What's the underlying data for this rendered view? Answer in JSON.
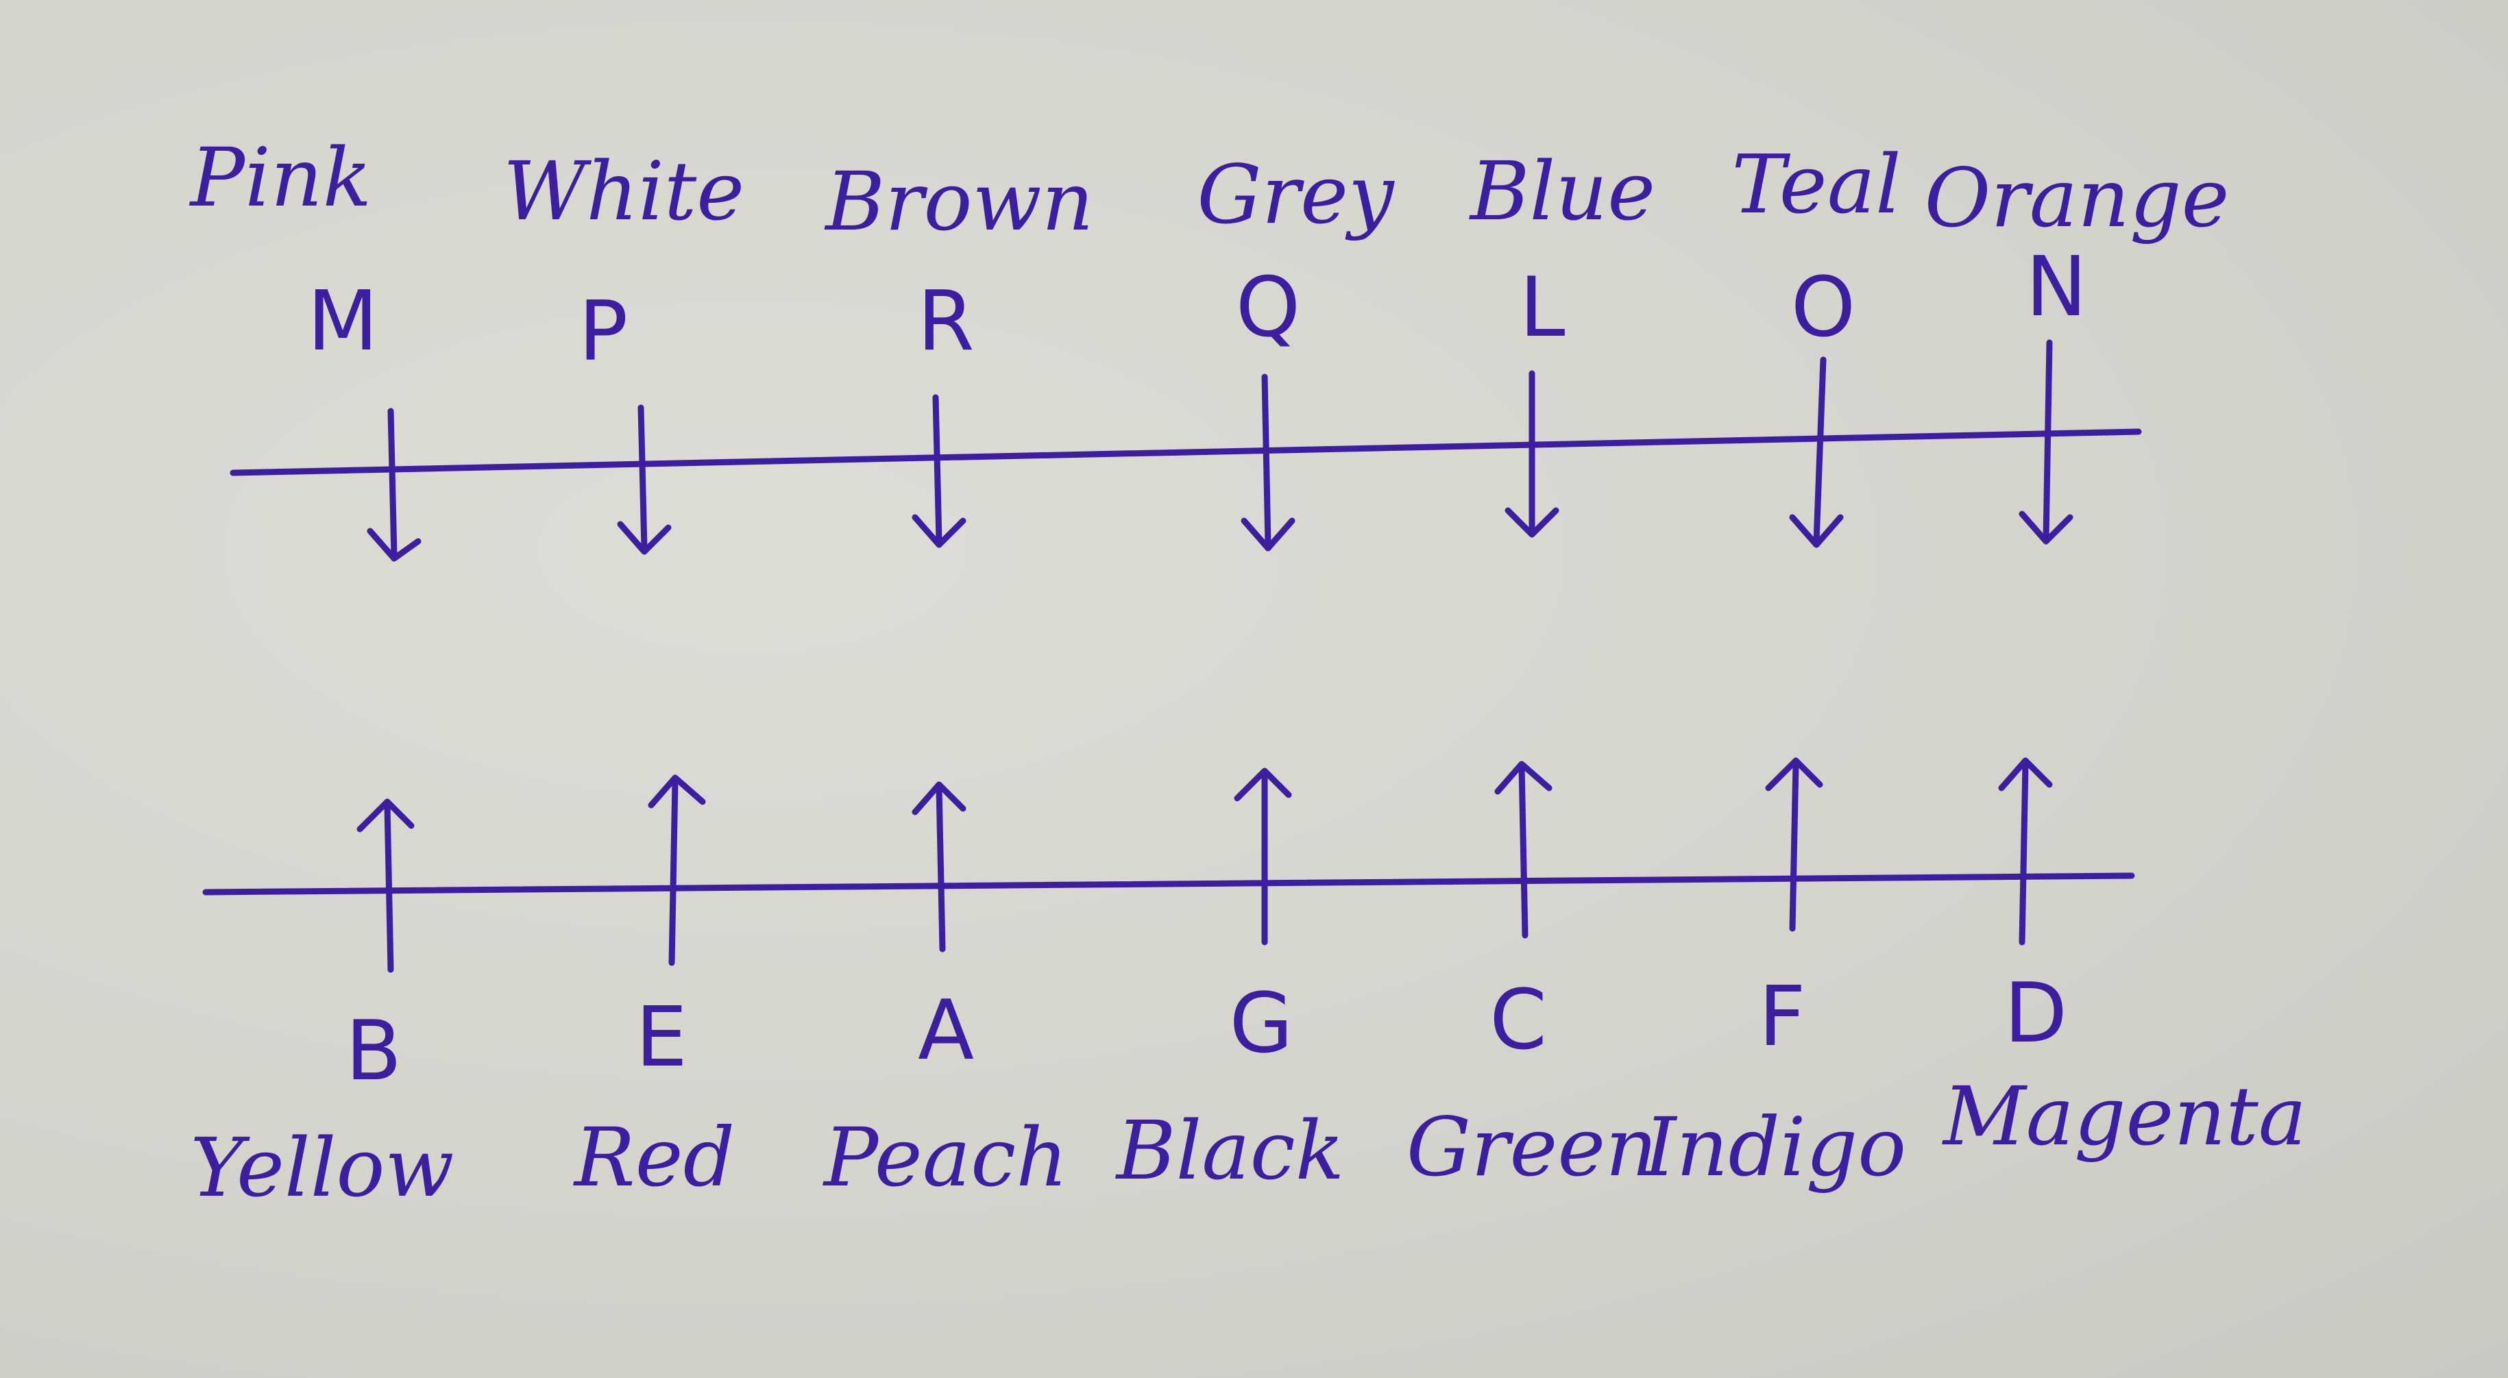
{
  "ink_color": "#3b1fa0",
  "paper_color": "#d8d7d0",
  "top_row": [
    {
      "word": "Pink",
      "letter": "M"
    },
    {
      "word": "White",
      "letter": "P"
    },
    {
      "word": "Brown",
      "letter": "R"
    },
    {
      "word": "Grey",
      "letter": "Q"
    },
    {
      "word": "Blue",
      "letter": "L"
    },
    {
      "word": "Teal",
      "letter": "O"
    },
    {
      "word": "Orange",
      "letter": "N"
    }
  ],
  "bottom_row": [
    {
      "letter": "B",
      "word": "Yellow"
    },
    {
      "letter": "E",
      "word": "Red"
    },
    {
      "letter": "A",
      "word": "Peach"
    },
    {
      "letter": "G",
      "word": "Black"
    },
    {
      "letter": "C",
      "word": "Green"
    },
    {
      "letter": "F",
      "word": "Indigo"
    },
    {
      "letter": "D",
      "word": "Magenta"
    }
  ]
}
